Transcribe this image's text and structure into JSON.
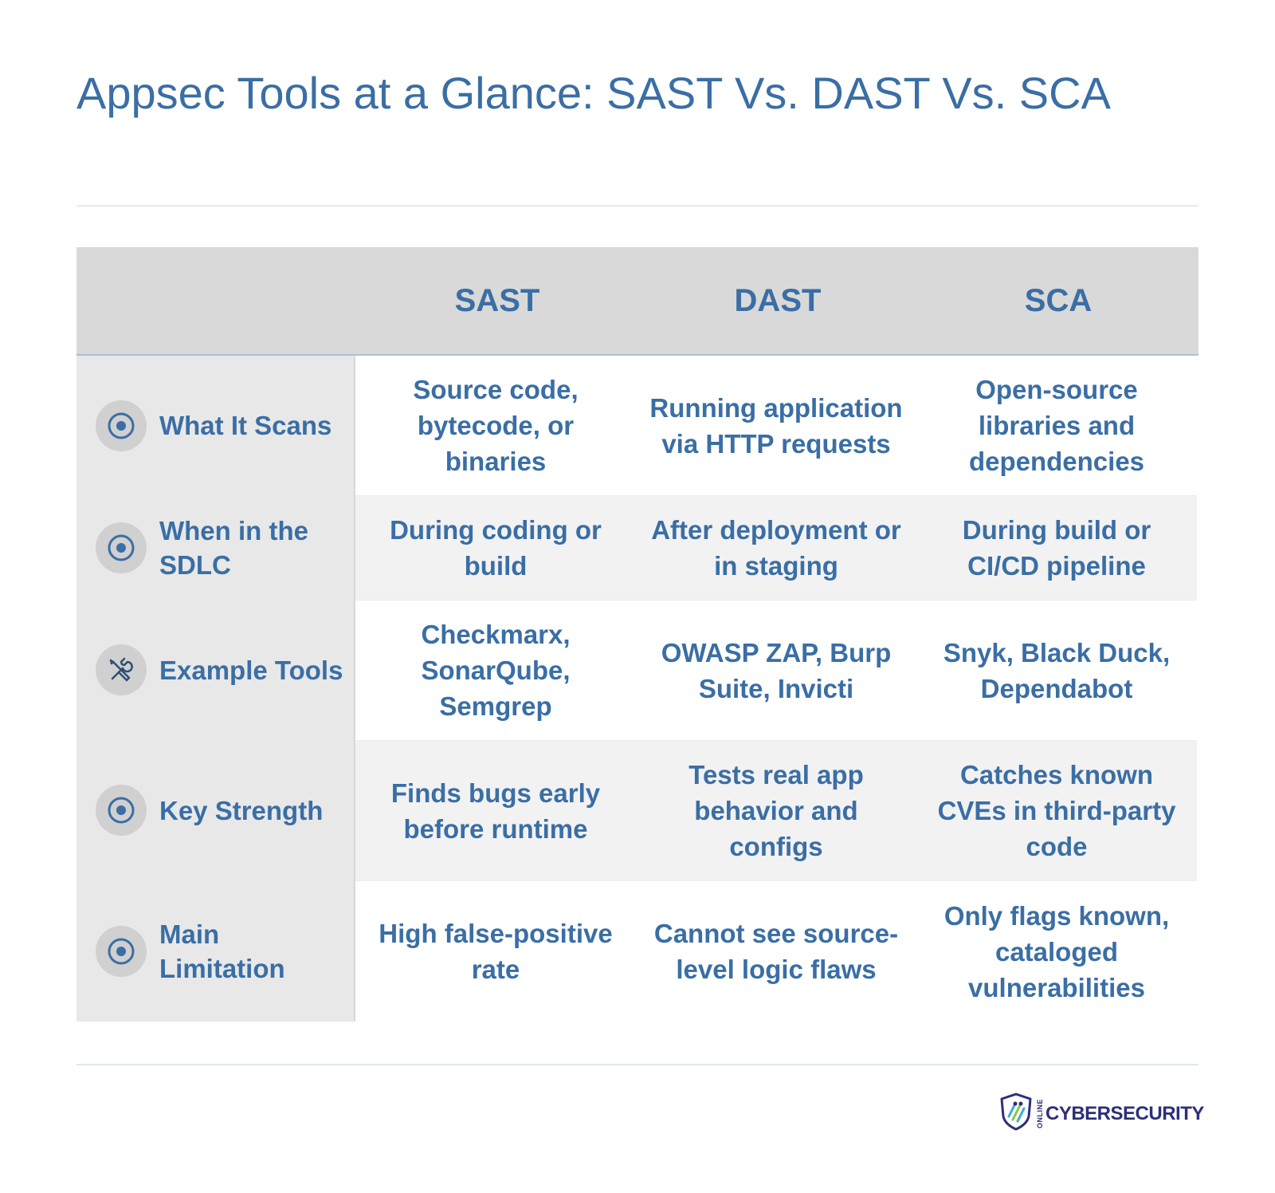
{
  "title": "Appsec Tools at a Glance: SAST Vs. DAST Vs. SCA",
  "columns": [
    "SAST",
    "DAST",
    "SCA"
  ],
  "rows": [
    {
      "label": "What It Scans",
      "icon": "target-icon",
      "cells": [
        "Source code, bytecode, or binaries",
        "Running application via HTTP requests",
        "Open-source libraries and dependencies"
      ]
    },
    {
      "label": "When in the SDLC",
      "icon": "target-icon",
      "cells": [
        "During coding or build",
        "After deployment or in staging",
        "During build or CI/CD pipeline"
      ]
    },
    {
      "label": "Example Tools",
      "icon": "tools-icon",
      "cells": [
        "Checkmarx, SonarQube, Semgrep",
        "OWASP ZAP, Burp Suite, Invicti",
        "Snyk, Black Duck, Dependabot"
      ]
    },
    {
      "label": "Key Strength",
      "icon": "target-icon",
      "cells": [
        "Finds bugs early before runtime",
        "Tests real app behavior and configs",
        "Catches known CVEs in third-party code"
      ]
    },
    {
      "label": "Main Limitation",
      "icon": "target-icon",
      "cells": [
        "High false-positive rate",
        "Cannot see source-level logic flaws",
        "Only flags known, cataloged vulnerabilities"
      ]
    }
  ],
  "logo": {
    "small_text": "ONLINE",
    "brand_text": "CYBERSECURITY"
  },
  "colors": {
    "accent": "#3a6ea5",
    "header_bg": "#d9d9d9",
    "rowhead_bg": "#e8e8e8",
    "stripe_bg": "#f2f2f2",
    "logo_navy": "#2b2f7a"
  }
}
